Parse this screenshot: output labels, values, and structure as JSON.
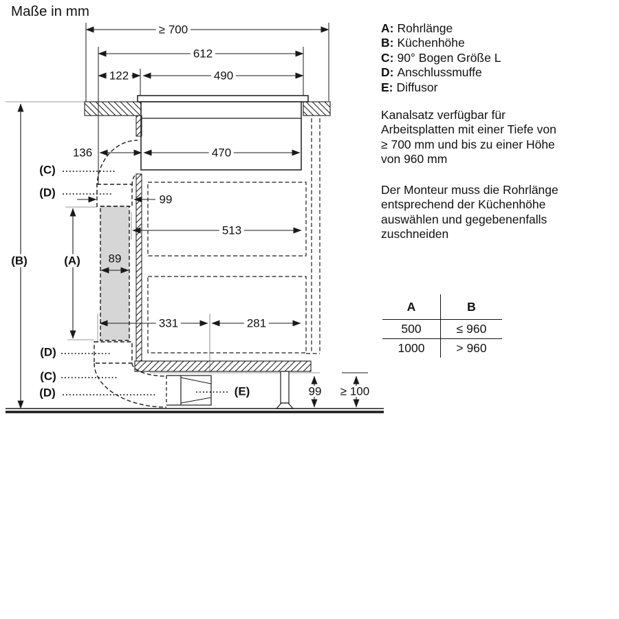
{
  "title": "Maße in mm",
  "drawing": {
    "dim_depth": "≥ 700",
    "dim_612": "612",
    "dim_122": "122",
    "dim_490": "490",
    "dim_136": "136",
    "dim_470": "470",
    "dim_99_top": "99",
    "dim_513": "513",
    "dim_89": "89",
    "dim_331": "331",
    "dim_281": "281",
    "dim_99_bottom": "99",
    "dim_plinth": "≥ 100",
    "label_a": "(A)",
    "label_b": "(B)",
    "label_c": "(C)",
    "label_d": "(D)",
    "label_e": "(E)",
    "colors": {
      "line": "#1a1a1a",
      "reference_gray": "#999999",
      "pipe_fill": "#d6d6d6"
    }
  },
  "legend": {
    "items": [
      {
        "key": "A:",
        "label": "Rohrlänge"
      },
      {
        "key": "B:",
        "label": "Küchenhöhe"
      },
      {
        "key": "C:",
        "label": "90° Bogen Größe L"
      },
      {
        "key": "D:",
        "label": "Anschlussmuffe"
      },
      {
        "key": "E:",
        "label": "Diffusor"
      }
    ]
  },
  "notes": {
    "availability": {
      "lines": [
        "Kanalsatz verfügbar für",
        "Arbeitsplatten mit einer Tiefe von",
        "≥ 700 mm und bis zu einer Höhe",
        "von 960 mm"
      ]
    },
    "installer": {
      "lines": [
        "Der Monteur muss die Rohrlänge",
        "entsprechend der Küchenhöhe",
        "auswählen und gegebenenfalls",
        "zuschneiden"
      ]
    }
  },
  "table": {
    "headers": [
      "A",
      "B"
    ],
    "rows": [
      [
        "500",
        "≤ 960"
      ],
      [
        "1000",
        "> 960"
      ]
    ]
  }
}
